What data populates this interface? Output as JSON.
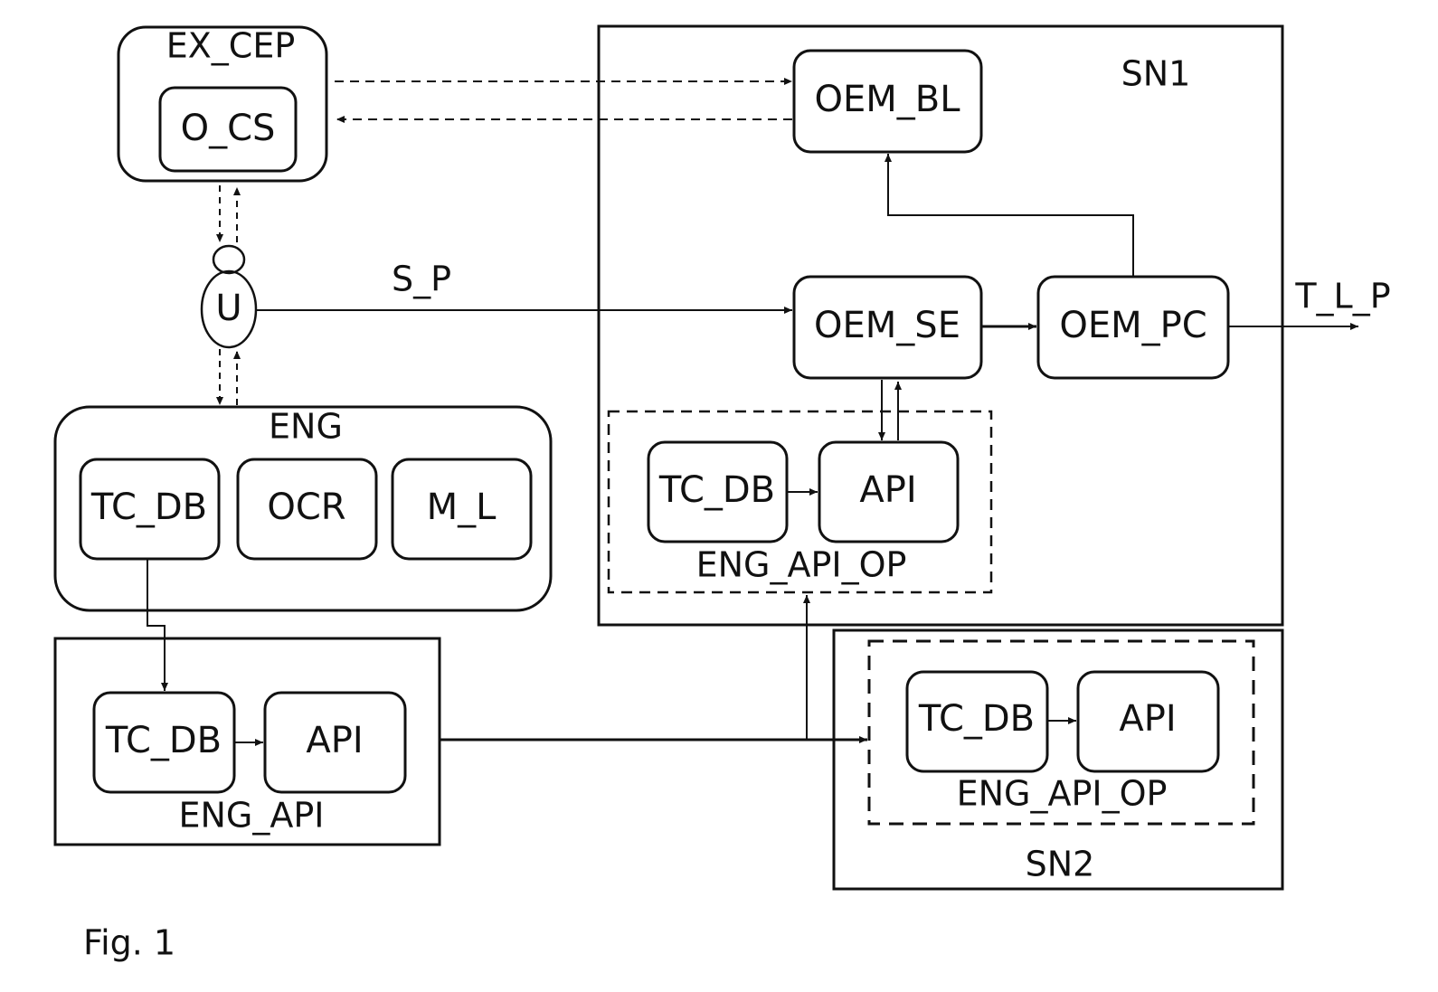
{
  "containers": {
    "ex_cep": "EX_CEP",
    "sn1": "SN1",
    "eng": "ENG",
    "eng_api": "ENG_API",
    "sn2": "SN2",
    "eng_api_op_sn1": "ENG_API_OP",
    "eng_api_op_sn2": "ENG_API_OP"
  },
  "nodes": {
    "o_cs": "O_CS",
    "oem_bl": "OEM_BL",
    "oem_se": "OEM_SE",
    "oem_pc": "OEM_PC",
    "user": "U",
    "eng_tc_db": "TC_DB",
    "ocr": "OCR",
    "m_l": "M_L",
    "eng_api_tc_db": "TC_DB",
    "eng_api_api": "API",
    "sn1_tc_db": "TC_DB",
    "sn1_api": "API",
    "sn2_tc_db": "TC_DB",
    "sn2_api": "API"
  },
  "edges": {
    "s_p": "S_P",
    "t_l_p": "T_L_P"
  },
  "caption": "Fig. 1"
}
